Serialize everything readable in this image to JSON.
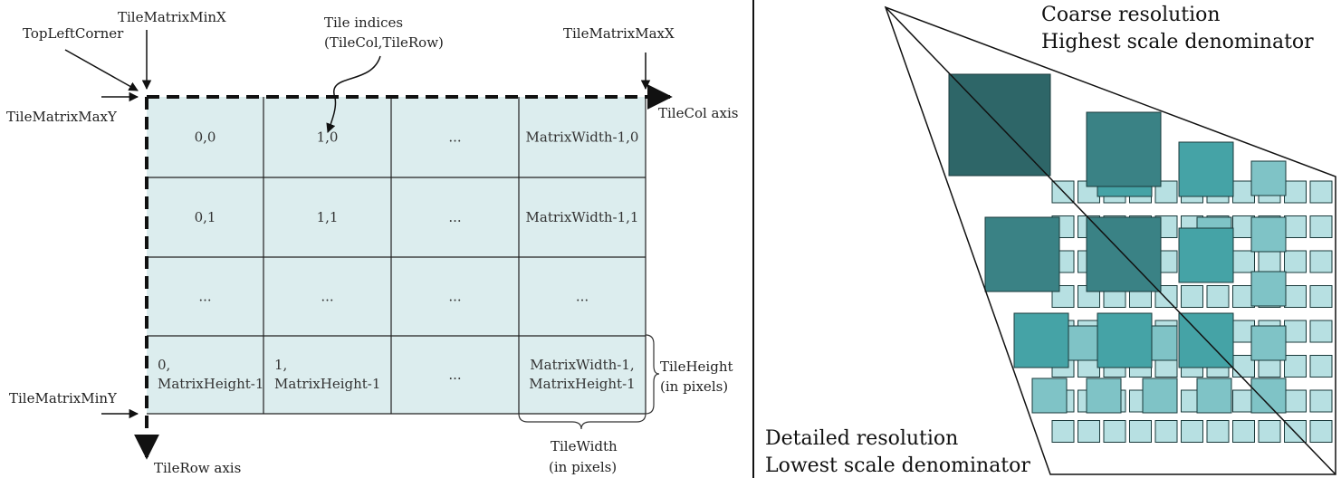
{
  "left": {
    "labels": {
      "top_left_corner": "TopLeftCorner",
      "min_x": "TileMatrixMinX",
      "max_x": "TileMatrixMaxX",
      "max_y": "TileMatrixMaxY",
      "min_y": "TileMatrixMinY",
      "tile_indices_1": "Tile indices",
      "tile_indices_2": "(TileCol,TileRow)",
      "col_axis": "TileCol axis",
      "row_axis": "TileRow axis",
      "tile_height_1": "TileHeight",
      "tile_height_2": "(in pixels)",
      "tile_width_1": "TileWidth",
      "tile_width_2": "(in pixels)"
    },
    "cells": [
      [
        "0,0",
        "1,0",
        "...",
        "MatrixWidth-1,0"
      ],
      [
        "0,1",
        "1,1",
        "...",
        "MatrixWidth-1,1"
      ],
      [
        "...",
        "...",
        "...",
        "..."
      ],
      [
        [
          "0,",
          "MatrixHeight-1"
        ],
        [
          "1,",
          "MatrixHeight-1"
        ],
        "...",
        [
          "MatrixWidth-1,",
          "MatrixHeight-1"
        ]
      ]
    ],
    "colors": {
      "grid_fill": "#dcedee",
      "line": "#222222"
    }
  },
  "right": {
    "labels": {
      "coarse_1": "Coarse resolution",
      "coarse_2": "Highest scale denominator",
      "detailed_1": "Detailed resolution",
      "detailed_2": "Lowest scale denominator"
    },
    "colors": [
      "#2e6668",
      "#3a8285",
      "#45a3a6",
      "#7fc3c6",
      "#b7e0e2"
    ]
  }
}
